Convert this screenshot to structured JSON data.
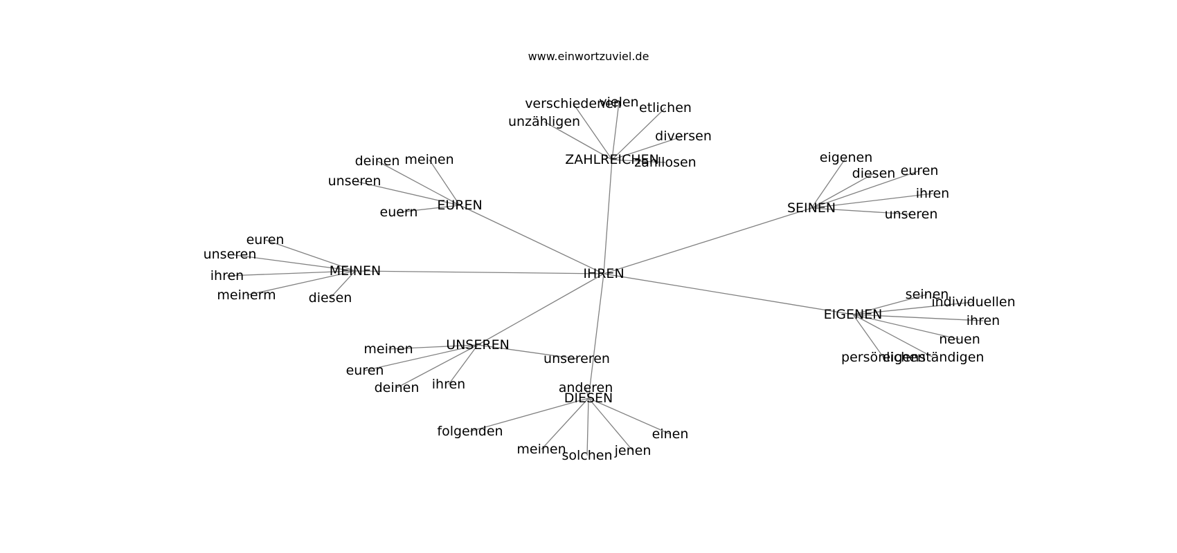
{
  "site_label": "www.einwortzuviel.de",
  "colors": {
    "edge": "#808080",
    "text": "#000000",
    "background": "#ffffff"
  },
  "graph": {
    "center": "IHREN",
    "clusters": [
      {
        "id": "zahlreichen",
        "hub": "ZAHLREICHEN",
        "leaves": [
          "verschiedenen",
          "vielen",
          "etlichen",
          "unzähligen",
          "diversen",
          "zahllosen"
        ]
      },
      {
        "id": "euren",
        "hub": "EUREN",
        "leaves": [
          "deinen",
          "meinen",
          "unseren",
          "euern"
        ]
      },
      {
        "id": "meinen",
        "hub": "MEINEN",
        "leaves": [
          "euren",
          "unseren",
          "ihren",
          "meinerm",
          "diesen"
        ]
      },
      {
        "id": "seinen",
        "hub": "SEINEN",
        "leaves": [
          "eigenen",
          "diesen",
          "euren",
          "ihren",
          "unseren"
        ]
      },
      {
        "id": "eigenen",
        "hub": "EIGENEN",
        "leaves": [
          "seinen",
          "individuellen",
          "ihren",
          "neuen",
          "persönlichen",
          "eigenständigen"
        ]
      },
      {
        "id": "unseren",
        "hub": "UNSEREN",
        "leaves": [
          "meinen",
          "euren",
          "deinen",
          "ihren",
          "unsereren"
        ]
      },
      {
        "id": "diesen",
        "hub": "DIESEN",
        "leaves": [
          "anderen",
          "folgenden",
          "meinen",
          "solchen",
          "jenen",
          "einen"
        ]
      }
    ]
  }
}
